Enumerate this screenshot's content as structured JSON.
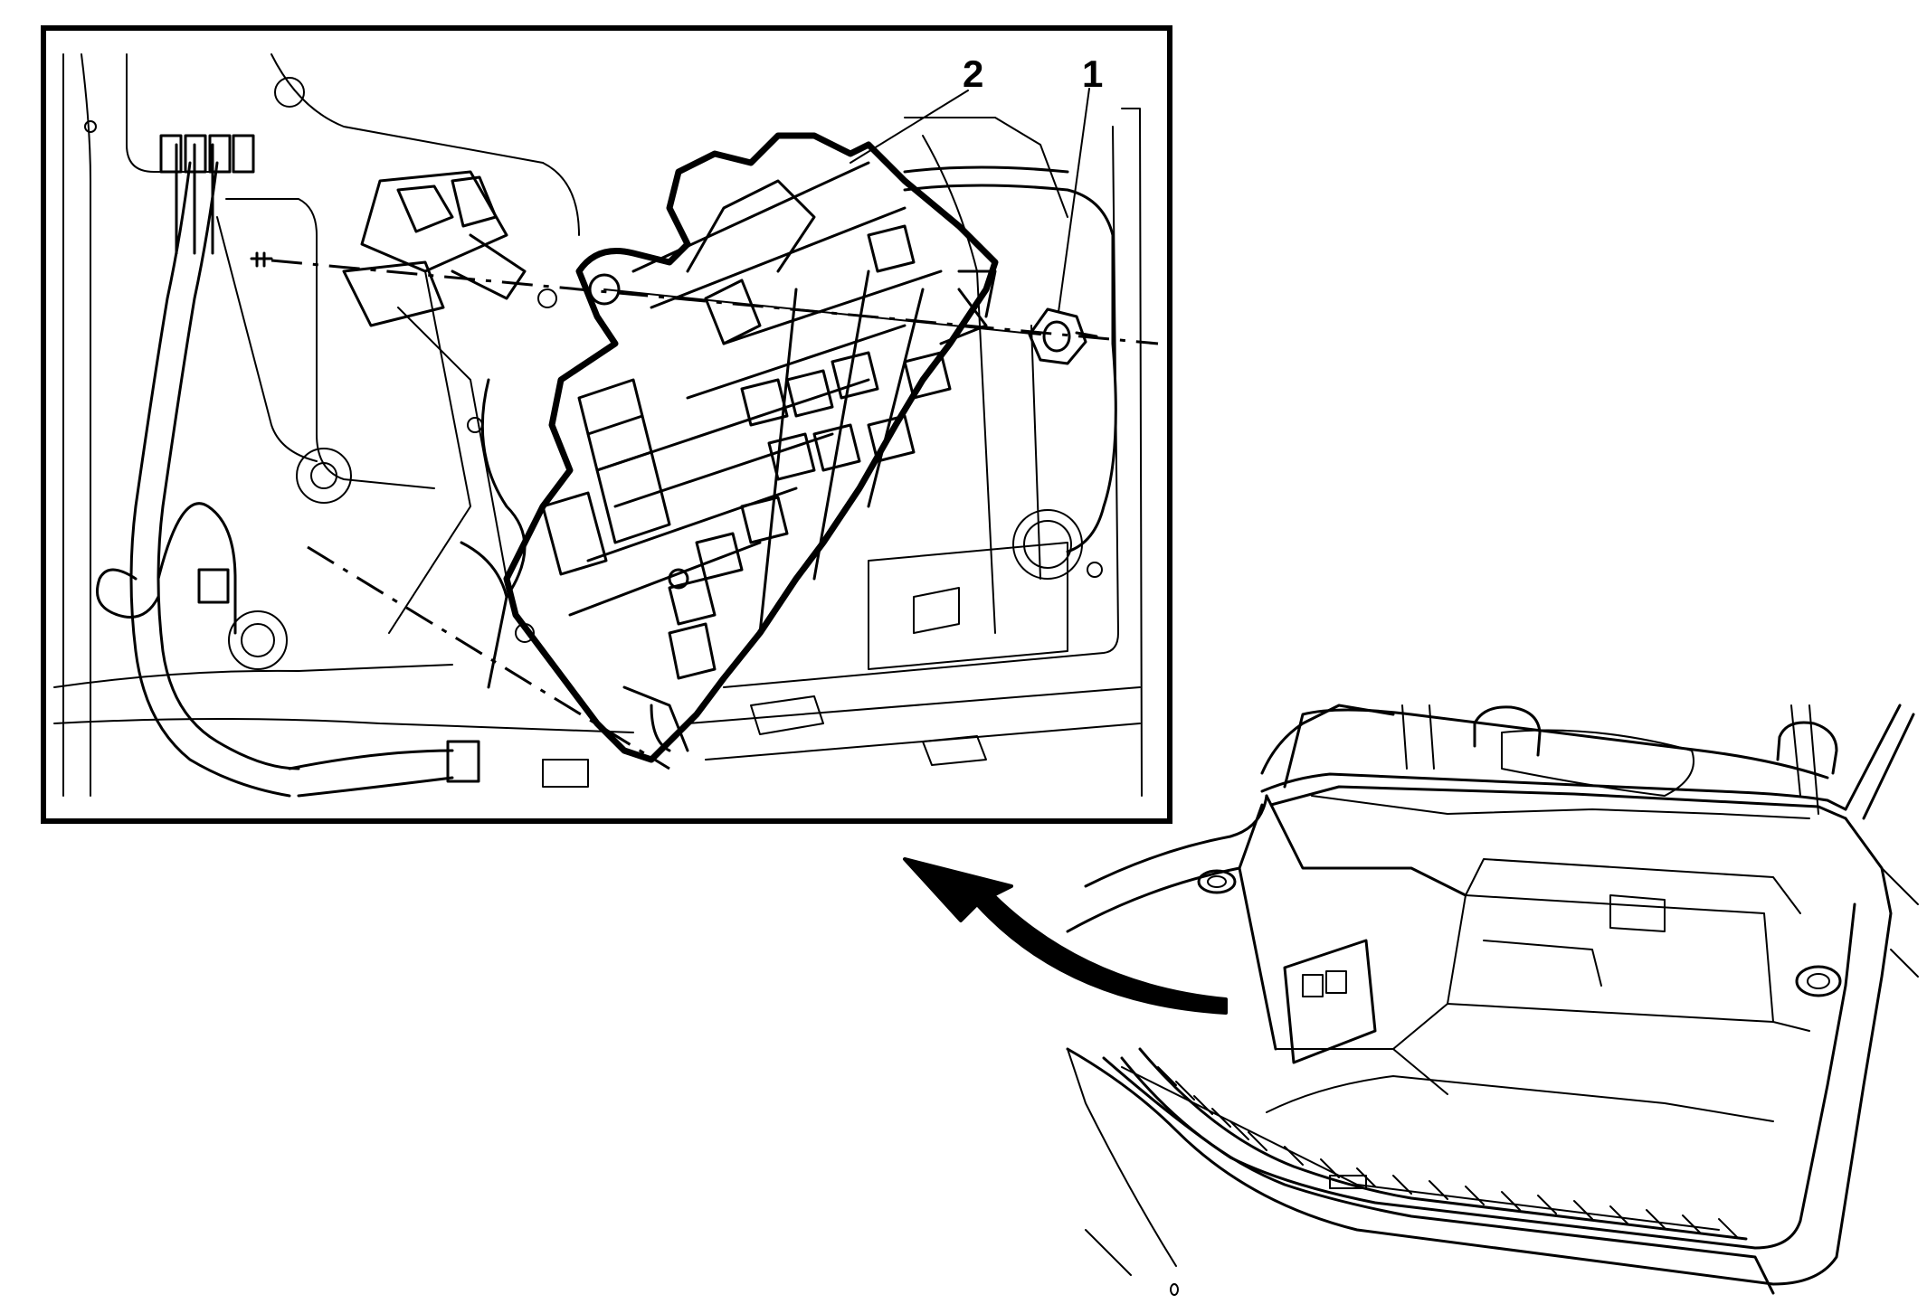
{
  "callouts": {
    "c1": "1",
    "c2": "2"
  },
  "icons": {
    "arrow": "curved-arrow-icon",
    "detail": "fuse-block-detail-illustration",
    "overview": "vehicle-trunk-overview-illustration"
  },
  "colors": {
    "line": "#000000",
    "background": "#ffffff"
  }
}
